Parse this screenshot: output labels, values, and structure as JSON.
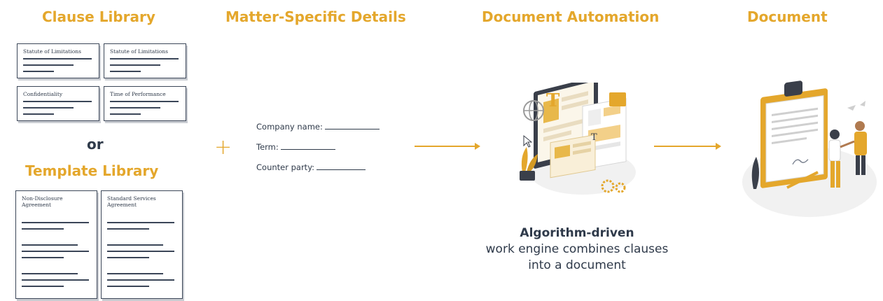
{
  "headings": {
    "clause_library": "Clause Library",
    "matter_details": "Matter-Specific Details",
    "document_automation": "Document Automation",
    "document": "Document",
    "template_library": "Template Library",
    "or": "or"
  },
  "clauses": [
    "Statute of Limitations",
    "Statute of Limitations",
    "Confidentiality",
    "Time of Performance"
  ],
  "templates": [
    "Non-Disclosure Agreement",
    "Standard Services Agreement"
  ],
  "operator": "+",
  "fields": {
    "company": "Company name:",
    "term": "Term:",
    "counter_party": "Counter party:"
  },
  "caption": {
    "bold": "Algorithm-driven",
    "line2": "work engine combines clauses",
    "line3": "into a document"
  },
  "colors": {
    "accent": "#e4a72c",
    "ink": "#2f3a4a"
  }
}
